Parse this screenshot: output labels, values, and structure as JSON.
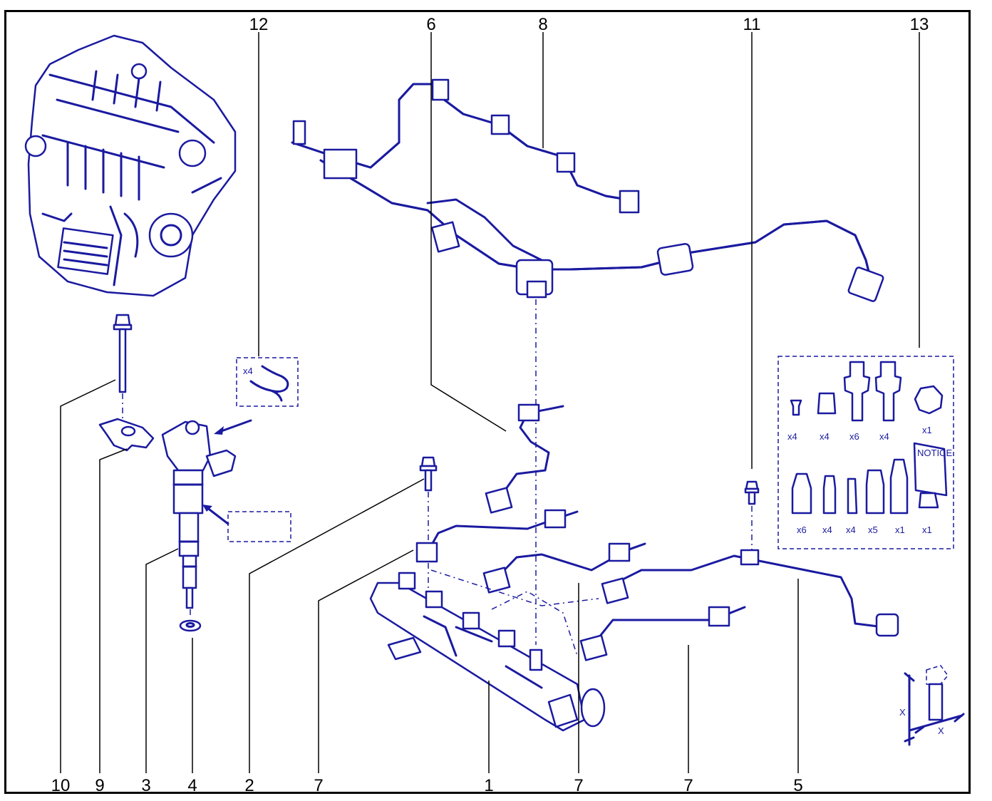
{
  "callouts": {
    "c12": "12",
    "c6": "6",
    "c8": "8",
    "c11": "11",
    "c13": "13",
    "c10": "10",
    "c9": "9",
    "c3": "3",
    "c4": "4",
    "c2": "2",
    "c7a": "7",
    "c1": "1",
    "c7b": "7",
    "c7c": "7",
    "c5": "5"
  },
  "clip_kit": {
    "qty": "x4"
  },
  "kit": {
    "top_row": [
      "x4",
      "x4",
      "x6",
      "x4",
      "x1"
    ],
    "bottom_row": [
      "x6",
      "x4",
      "x4",
      "x5",
      "x1",
      "x1"
    ],
    "notice_label": "NOTICE"
  },
  "tightening": {
    "x_label_1": "X",
    "x_label_2": "X"
  },
  "colors": {
    "line_art": "#1a1aa0",
    "leaders": "#000000",
    "background": "#ffffff"
  }
}
